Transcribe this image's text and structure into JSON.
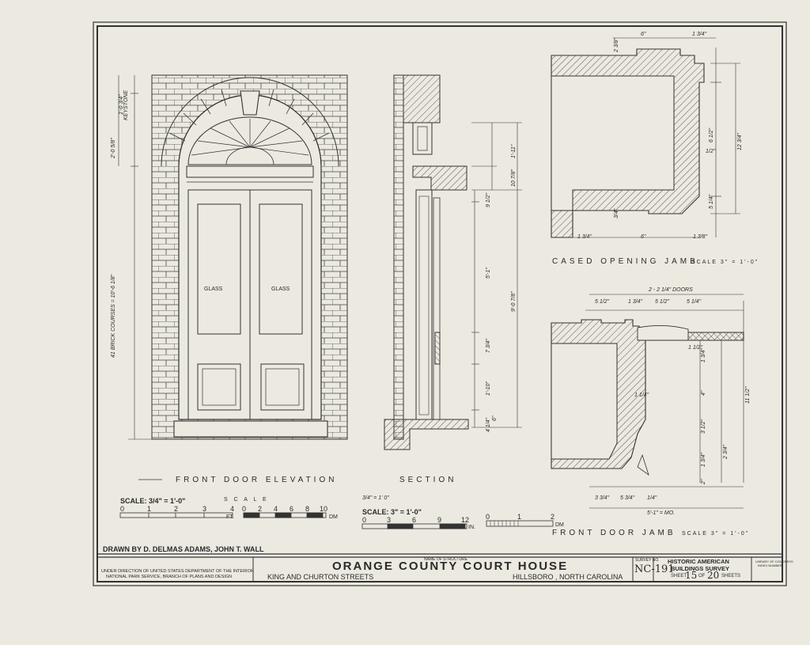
{
  "drawing": {
    "views": {
      "front_door_elevation": "FRONT DOOR ELEVATION",
      "section": "SECTION",
      "cased_opening_jamb": "CASED OPENING JAMB",
      "cased_opening_jamb_scale": "SCALE 3\" = 1'-0\"",
      "front_door_jamb": "FRONT DOOR JAMB",
      "front_door_jamb_scale": "SCALE 3\" = 1'-0\""
    },
    "door_labels": {
      "left_panel": "GLASS",
      "right_panel": "GLASS"
    },
    "elevation_dims": {
      "brick_courses": "41 BRICK COURSES = 10'-6 1/8\"",
      "top_a": "2'-0 5/8\"",
      "top_b": "1'-0 3/4\"",
      "top_c": "KEYSTONE"
    },
    "section_dims": [
      "1'-11\"",
      "10 7/8\"",
      "9 1/2\"",
      "9'-0 7/8\"",
      "5'-1\"",
      "7 3/4\"",
      "1'-10\"",
      "4 1/4\"",
      "6\""
    ],
    "cased_jamb_dims": [
      "6\"",
      "1 3/4\"",
      "2 3/8\"",
      "6 1/2\"",
      "12 3/4\"",
      "1/2\"",
      "5 1/4\"",
      "1 3/4\"",
      "6\"",
      "1 3/8\"",
      "3/4\""
    ],
    "door_jamb_dims": [
      "2 - 2 1/4\" DOORS",
      "5 1/2\"",
      "1 3/4\"",
      "5 1/2\"",
      "5 1/4\"",
      "1 1/2\"",
      "1 3/4\"",
      "4\"",
      "1 1/4\"",
      "3 1/2\"",
      "2 3/4\"",
      "1 3/4\"",
      "2\"",
      "11 1/2\"",
      "3 3/4\"",
      "5 3/4\"",
      "1/4\"",
      "5'-1\" = MO."
    ],
    "scale_left": {
      "label": "SCALE: 3/4\" = 1'-0\"",
      "scale_word": "S C A L E",
      "ft_ticks": [
        "0",
        "1",
        "2",
        "3",
        "4"
      ],
      "ft_unit": "FT.",
      "dm_ticks": [
        "0",
        "2",
        "4",
        "6",
        "8",
        "10"
      ],
      "dm_unit": "DM"
    },
    "scale_mid": {
      "fraction": "3/4\" = 1' 0\"",
      "label": "SCALE: 3\" = 1'-0\"",
      "in_ticks": [
        "0",
        "3",
        "6",
        "9",
        "12"
      ],
      "in_unit": "IN."
    },
    "scale_right": {
      "dm_ticks": [
        "0",
        "1",
        "2"
      ],
      "dm_unit": "DM"
    }
  },
  "title_block": {
    "drawn_by": "DRAWN BY  D. DELMAS ADAMS,  JOHN T. WALL",
    "direction_1": "UNDER DIRECTION OF UNITED STATES DEPARTMENT OF THE INTERIOR",
    "direction_2": "NATIONAL PARK SERVICE, BRANCH OF PLANS AND DESIGN",
    "name_caption": "NAME OF STRUCTURE",
    "structure_name": "ORANGE COUNTY COURT HOUSE",
    "street": "KING AND CHURTON STREETS",
    "city": "HILLSBORO , NORTH CAROLINA",
    "survey_caption": "SURVEY NO.",
    "survey_no": "NC-191",
    "habs_1": "HISTORIC AMERICAN",
    "habs_2": "BUILDINGS SURVEY",
    "sheet_label": "SHEET",
    "sheet_no": "15",
    "sheet_of": "OF",
    "sheet_total": "20",
    "sheets_label": "SHEETS",
    "loc_1": "LIBRARY OF CONGRESS",
    "loc_2": "INDEX NUMBER"
  }
}
